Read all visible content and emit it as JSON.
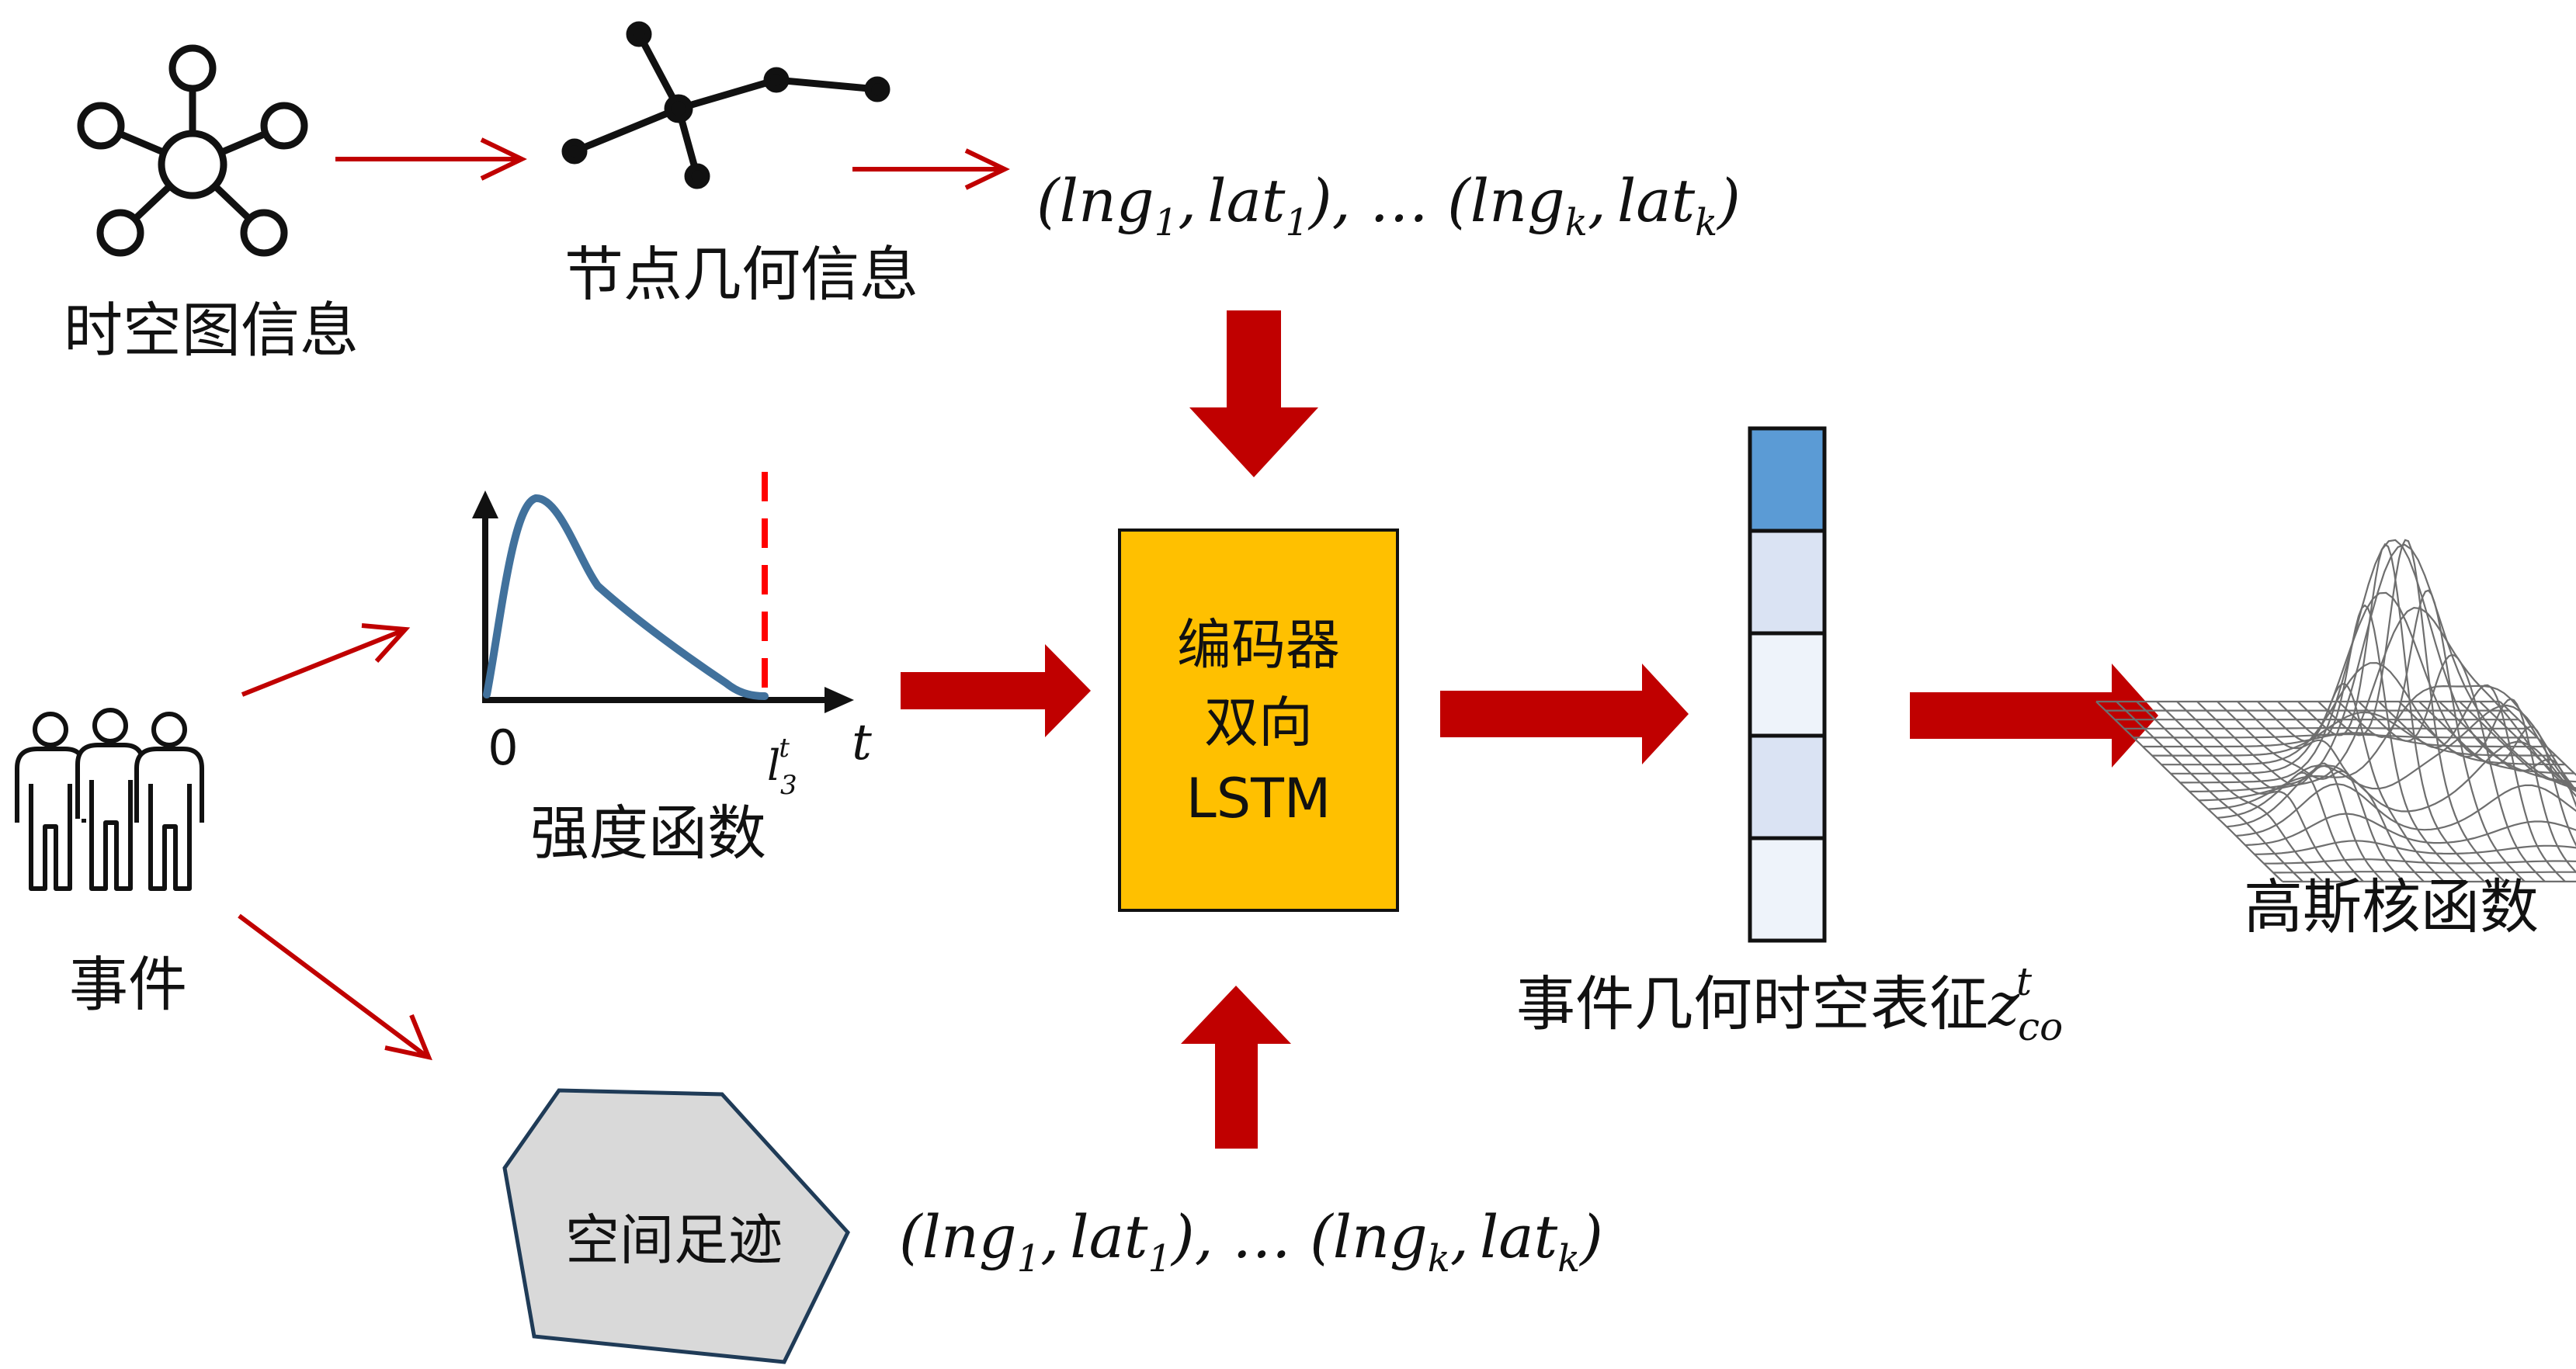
{
  "labels": {
    "graph_info": "时空图信息",
    "node_geometry": "节点几何信息",
    "event": "事件",
    "intensity": "强度函数",
    "spatial_footprint": "空间足迹",
    "gaussian_kernel": "高斯核函数"
  },
  "encoder": {
    "line1": "编码器",
    "line2": "双向",
    "line3": "LSTM",
    "fill": "#FFC000"
  },
  "coord_seq": {
    "open": "(",
    "lng": "lng",
    "lat": "lat",
    "sub1": "1",
    "subk": "k",
    "comma": ",",
    "close": ")",
    "sep": "), … ("
  },
  "plot": {
    "origin": "0",
    "axis_var": "t",
    "marker_base": "l",
    "marker_sub": "3",
    "marker_sup": "t",
    "curve_color": "#41719C",
    "marker_color": "#FF0000"
  },
  "representation": {
    "label": "事件几何时空表征",
    "var_base": "z",
    "var_sub": "co",
    "var_sup": "t",
    "cell_colors": [
      "#5B9BD5",
      "#DAE3F3",
      "#EEF3FA",
      "#DAE3F3",
      "#EEF3FA"
    ]
  },
  "colors": {
    "arrow": "#C00000",
    "footprint_fill": "#D9D9D9"
  }
}
